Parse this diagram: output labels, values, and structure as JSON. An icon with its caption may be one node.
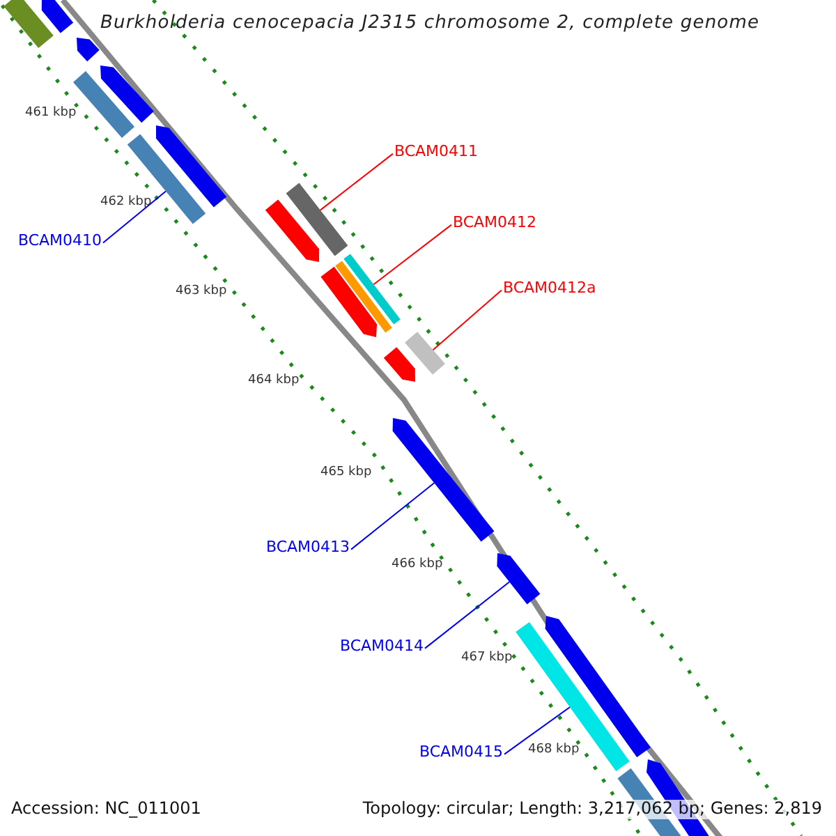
{
  "diagram": {
    "title": "Burkholderia cenocepacia J2315 chromosome 2, complete genome",
    "nodes": [
      {
        "text": [
          "BCAM0410"
        ]
      },
      {
        "text": [
          "BCAM0411"
        ]
      },
      {
        "text": [
          "BCAM0412"
        ]
      },
      {
        "text": [
          "BCAM0412a"
        ]
      },
      {
        "text": [
          "BCAM0413"
        ]
      },
      {
        "text": [
          "BCAM0414"
        ]
      },
      {
        "text": [
          "BCAM0415"
        ]
      },
      {
        "text": [],
        "shape": "bar"
      },
      {
        "text": [],
        "shape": "bar"
      },
      {
        "text": [],
        "shape": "bar"
      },
      {
        "text": [],
        "shape": "bar"
      },
      {
        "text": [],
        "shape": "arrow"
      },
      {
        "text": [],
        "shape": "arrow"
      },
      {
        "text": [],
        "shape": "bar"
      },
      {
        "text": [],
        "shape": "bar"
      },
      {
        "text": [],
        "shape": "arrow"
      },
      {
        "text": [],
        "shape": "arrow"
      },
      {
        "text": [],
        "shape": "bar"
      },
      {
        "text": [],
        "shape": "arrow"
      },
      {
        "text": [],
        "shape": "arrow"
      },
      {
        "text": [],
        "shape": "arrow"
      },
      {
        "text": [],
        "shape": "arrow"
      },
      {
        "text": [],
        "shape": "bar"
      },
      {
        "text": [],
        "shape": "arrow"
      },
      {
        "text": [],
        "shape": "arrow"
      },
      {
        "text": [],
        "shape": "bar"
      },
      {
        "text": [],
        "shape": "arrow"
      }
    ],
    "edges": [
      {
        "from": 0,
        "to": 7,
        "arrow": "none"
      },
      {
        "from": 1,
        "to": 8,
        "arrow": "none",
        "color": "#ff0000"
      },
      {
        "from": 2,
        "to": 9,
        "arrow": "none",
        "color": "#ff0000"
      },
      {
        "from": 3,
        "to": 10,
        "arrow": "none",
        "color": "#ff0000"
      },
      {
        "from": 4,
        "to": 11,
        "arrow": "none"
      },
      {
        "from": 5,
        "to": 12,
        "arrow": "none"
      },
      {
        "from": 6,
        "to": 13,
        "arrow": "none"
      }
    ],
    "labels": [
      "461 kbp",
      "462 kbp",
      "463 kbp",
      "464 kbp",
      "465 kbp",
      "466 kbp",
      "467 kbp",
      "468 kbp",
      "Accession: NC_011001",
      "Topology: circular; Length: 3,217,062 bp; Genes: 2,819"
    ]
  }
}
